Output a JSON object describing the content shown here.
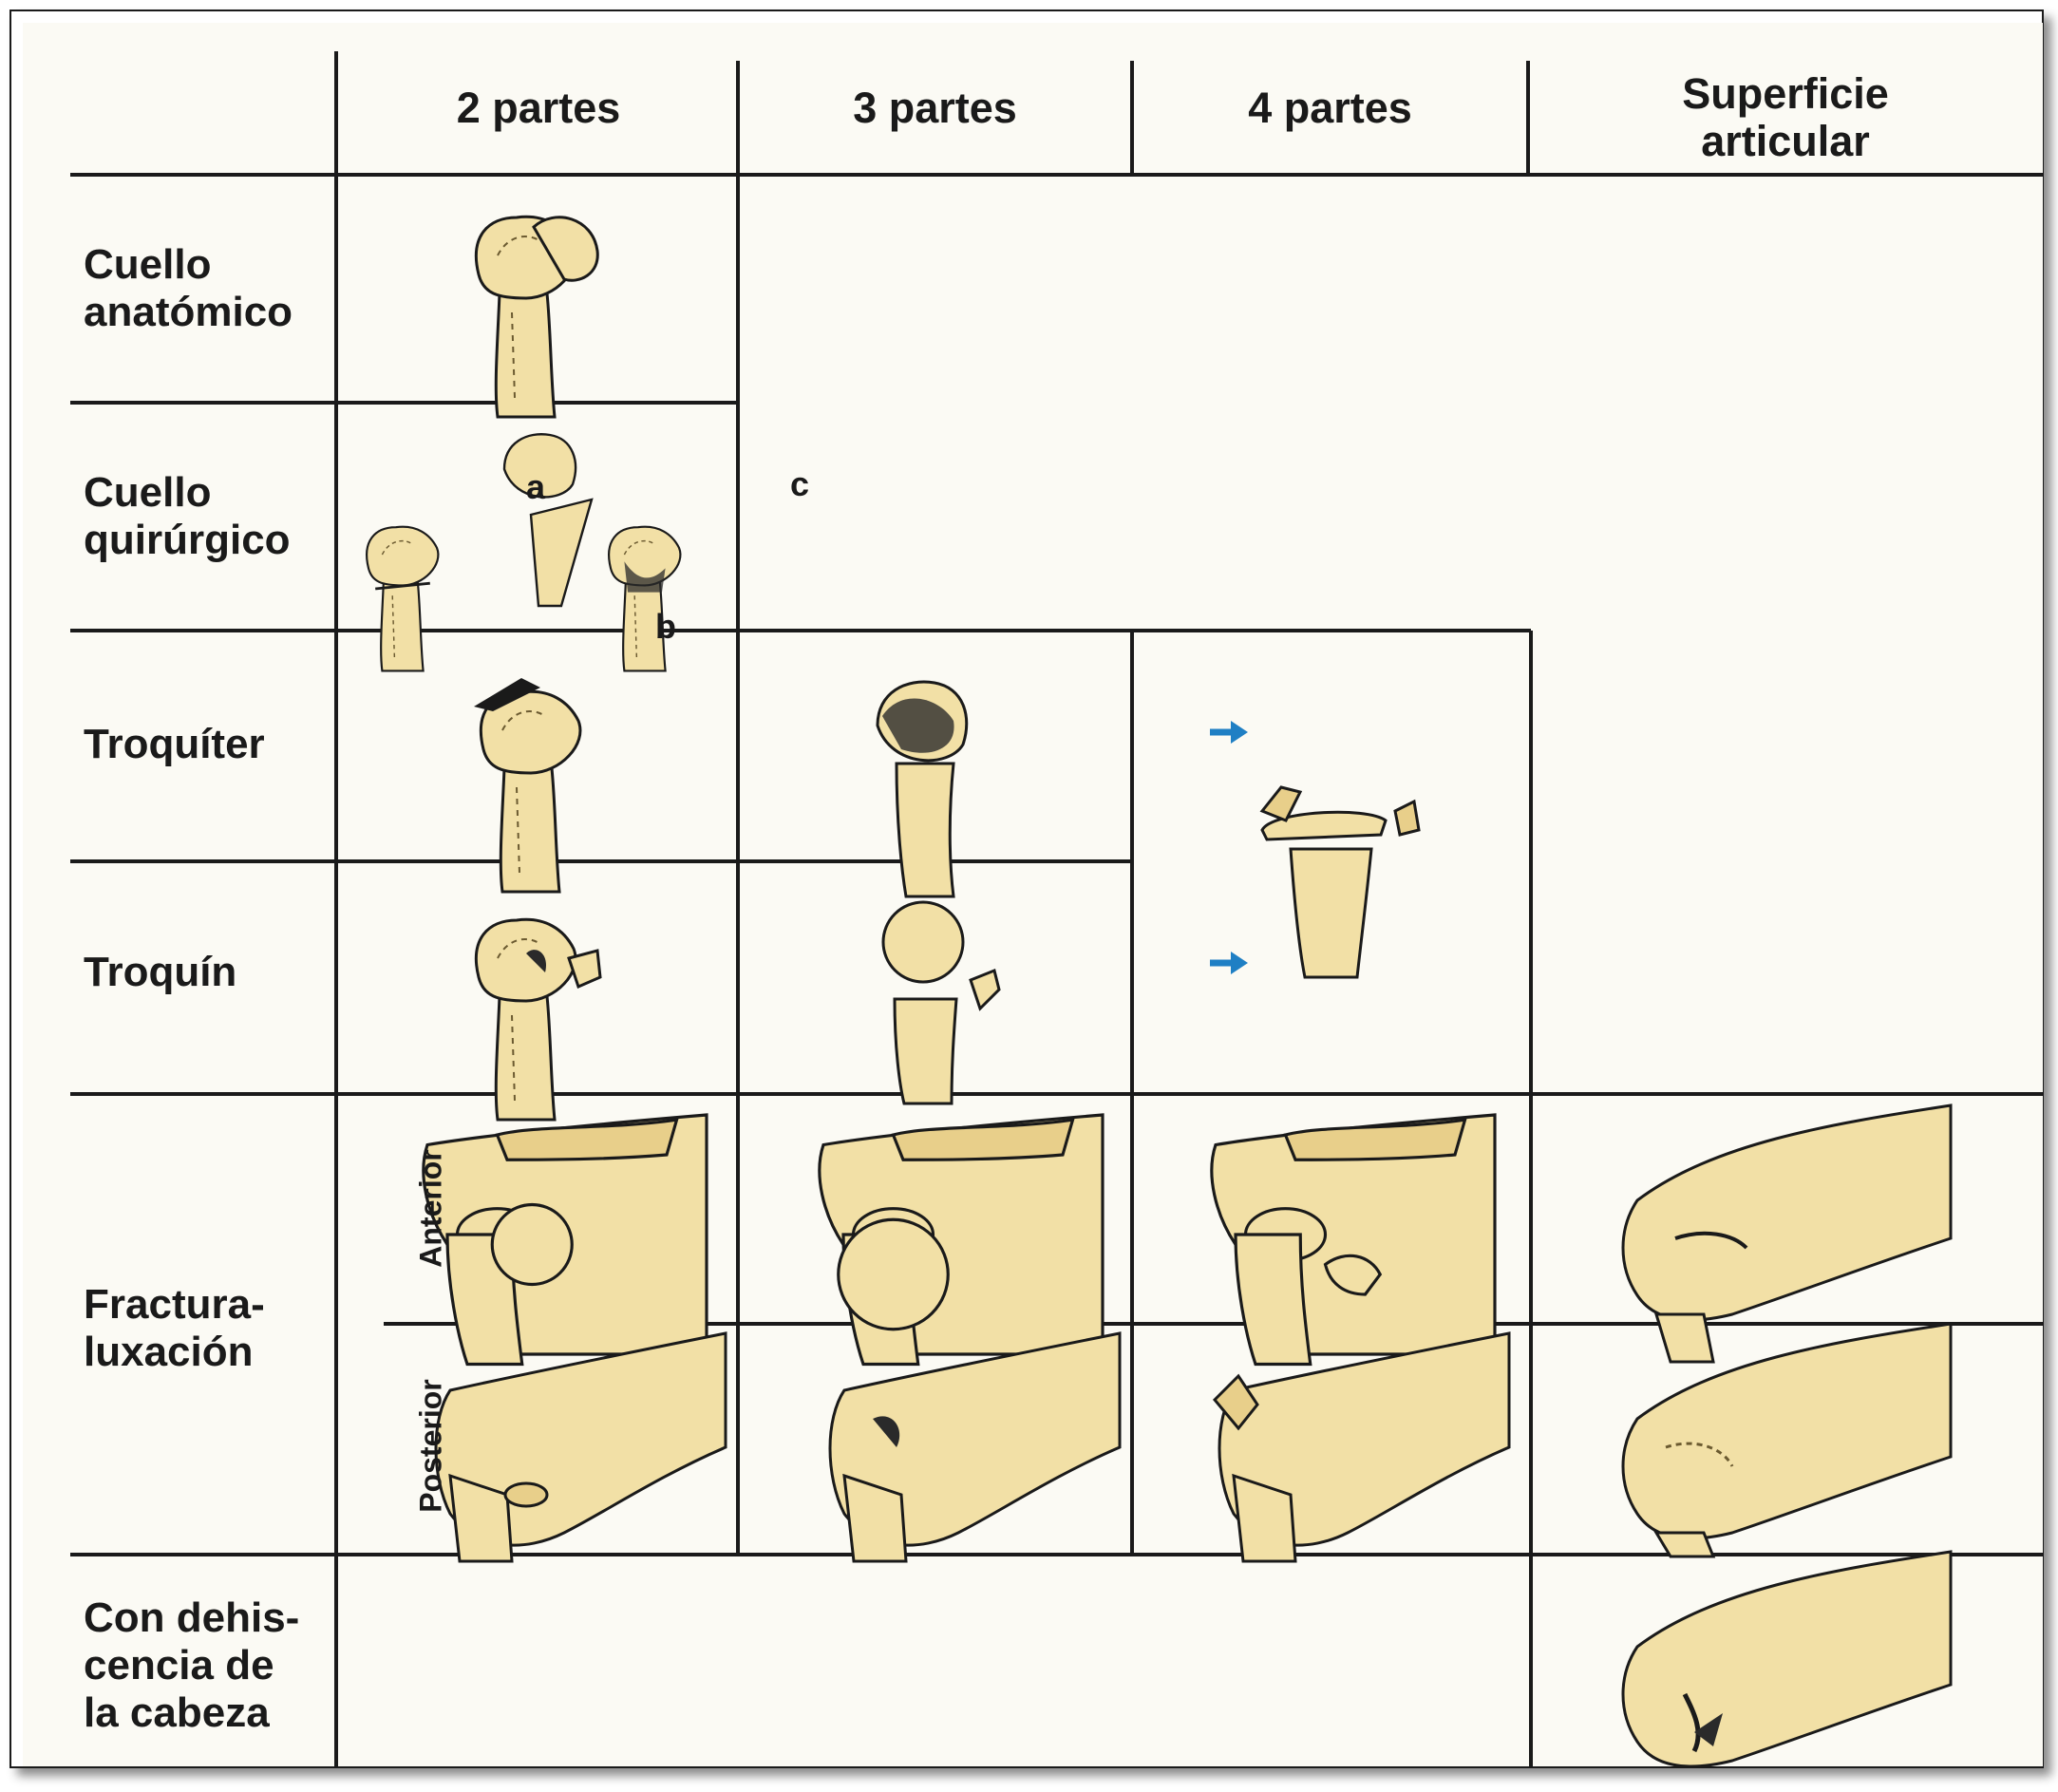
{
  "columns": [
    "2 partes",
    "3 partes",
    "4 partes",
    "Superficie\narticular"
  ],
  "rows": [
    "Cuello\nanatómico",
    "Cuello\nquirúrgico",
    "Troquíter",
    "Troquín",
    "Fractura-\nluxación",
    "Con dehis-\ncencia de\nla cabeza"
  ],
  "sub_rows": [
    "Anterior",
    "Posterior"
  ],
  "variant_letters": [
    "a",
    "b",
    "c"
  ],
  "colors": {
    "bone_fill": "#f2e0a6",
    "bone_shade": "#d8b870",
    "line": "#1a1a1a",
    "arrow": "#1f7fc4",
    "paper": "#fbfaf4"
  },
  "icons": [
    "humerus-illustration",
    "shoulder-illustration",
    "arrow-right-icon"
  ]
}
